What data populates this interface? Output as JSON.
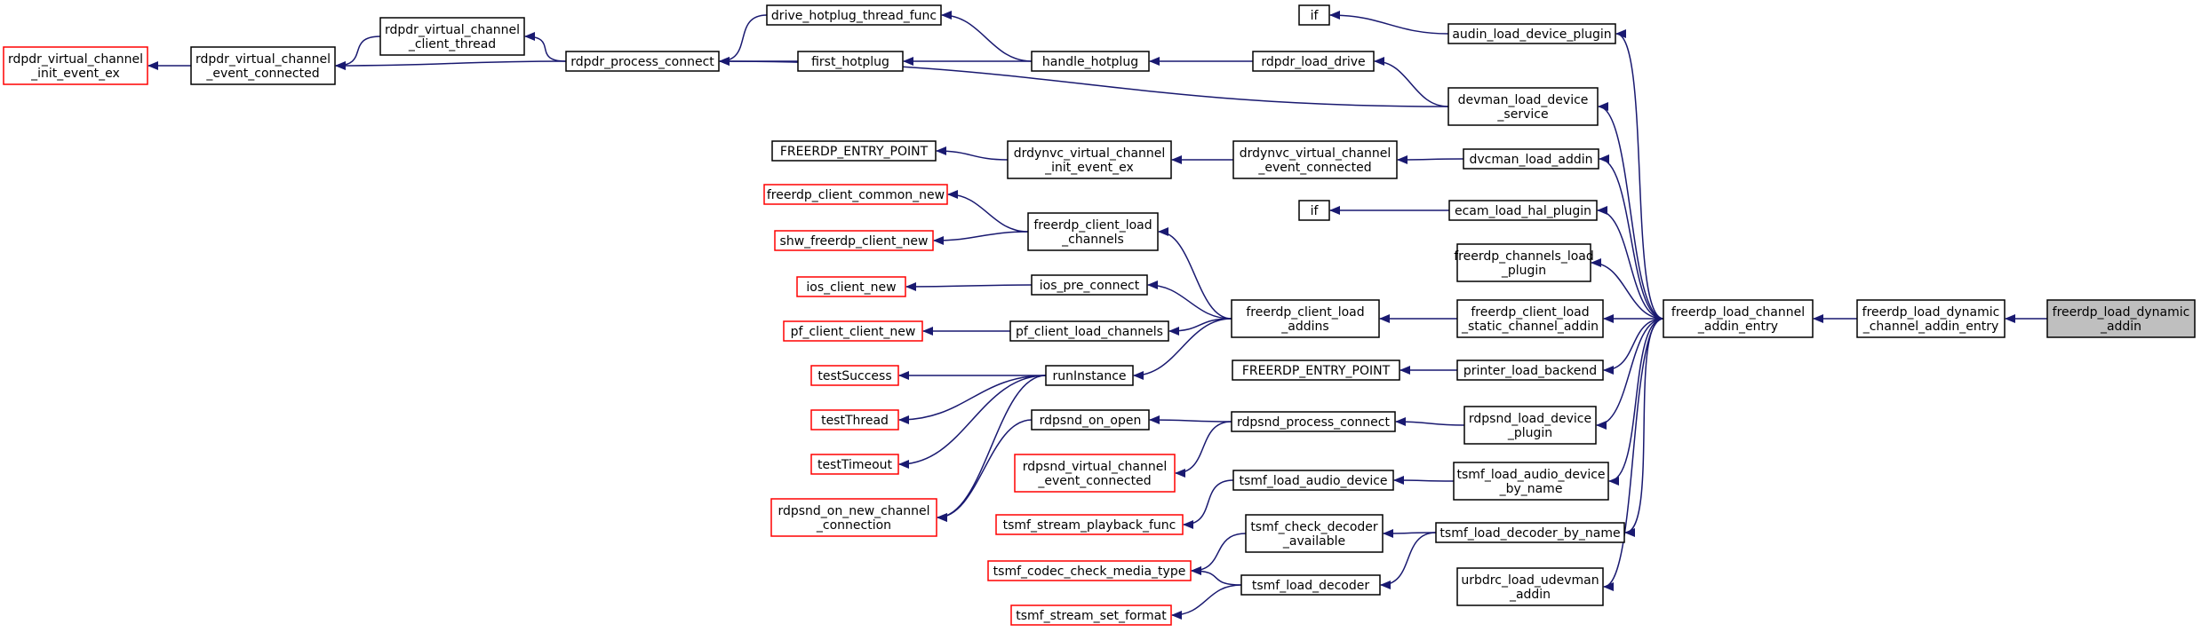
{
  "diagram": {
    "nodes": {
      "root": [
        "freerdp_load_dynamic",
        "_addin"
      ],
      "fldcae": [
        "freerdp_load_dynamic",
        "_channel_addin_entry"
      ],
      "flcae": [
        "freerdp_load_channel",
        "_addin_entry"
      ],
      "adp": [
        "audin_load_device_plugin"
      ],
      "if1": [
        "if"
      ],
      "dlds": [
        "devman_load_device",
        "_service"
      ],
      "rld": [
        "rdpdr_load_drive"
      ],
      "hh": [
        "handle_hotplug"
      ],
      "dhtf": [
        "drive_hotplug_thread_func"
      ],
      "fh": [
        "first_hotplug"
      ],
      "rpc": [
        "rdpdr_process_connect"
      ],
      "rvcct": [
        "rdpdr_virtual_channel",
        "_client_thread"
      ],
      "rvcec": [
        "rdpdr_virtual_channel",
        "_event_connected"
      ],
      "rvciee": [
        "rdpdr_virtual_channel",
        "_init_event_ex"
      ],
      "dla": [
        "dvcman_load_addin"
      ],
      "dvcec": [
        "drdynvc_virtual_channel",
        "_event_connected"
      ],
      "dvciee": [
        "drdynvc_virtual_channel",
        "_init_event_ex"
      ],
      "fep1": [
        "FREERDP_ENTRY_POINT"
      ],
      "elhp": [
        "ecam_load_hal_plugin"
      ],
      "if2": [
        "if"
      ],
      "fclp": [
        "freerdp_channels_load",
        "_plugin"
      ],
      "fclsca": [
        "freerdp_client_load",
        "_static_channel_addin"
      ],
      "fcla": [
        "freerdp_client_load",
        "_addins"
      ],
      "fclc": [
        "freerdp_client_load",
        "_channels"
      ],
      "fccn": [
        "freerdp_client_common_new"
      ],
      "sfcn": [
        "shw_freerdp_client_new"
      ],
      "ipc": [
        "ios_pre_connect"
      ],
      "icn": [
        "ios_client_new"
      ],
      "pclc": [
        "pf_client_load_channels"
      ],
      "pccn": [
        "pf_client_client_new"
      ],
      "ri": [
        "runInstance"
      ],
      "ts": [
        "testSuccess"
      ],
      "tt": [
        "testThread"
      ],
      "tto": [
        "testTimeout"
      ],
      "plb": [
        "printer_load_backend"
      ],
      "fep2": [
        "FREERDP_ENTRY_POINT"
      ],
      "rldp": [
        "rdpsnd_load_device",
        "_plugin"
      ],
      "rspc": [
        "rdpsnd_process_connect"
      ],
      "roo": [
        "rdpsnd_on_open"
      ],
      "ronnc": [
        "rdpsnd_on_new_channel",
        "_connection"
      ],
      "rvcec2": [
        "rdpsnd_virtual_channel",
        "_event_connected"
      ],
      "tladbn": [
        "tsmf_load_audio_device",
        "_by_name"
      ],
      "tlad": [
        "tsmf_load_audio_device"
      ],
      "tspf": [
        "tsmf_stream_playback_func"
      ],
      "tldbn": [
        "tsmf_load_decoder_by_name"
      ],
      "tcda": [
        "tsmf_check_decoder",
        "_available"
      ],
      "tccmt": [
        "tsmf_codec_check_media_type"
      ],
      "tld": [
        "tsmf_load_decoder"
      ],
      "tssf": [
        "tsmf_stream_set_format"
      ],
      "ulua": [
        "urbdrc_load_udevman",
        "_addin"
      ]
    }
  }
}
